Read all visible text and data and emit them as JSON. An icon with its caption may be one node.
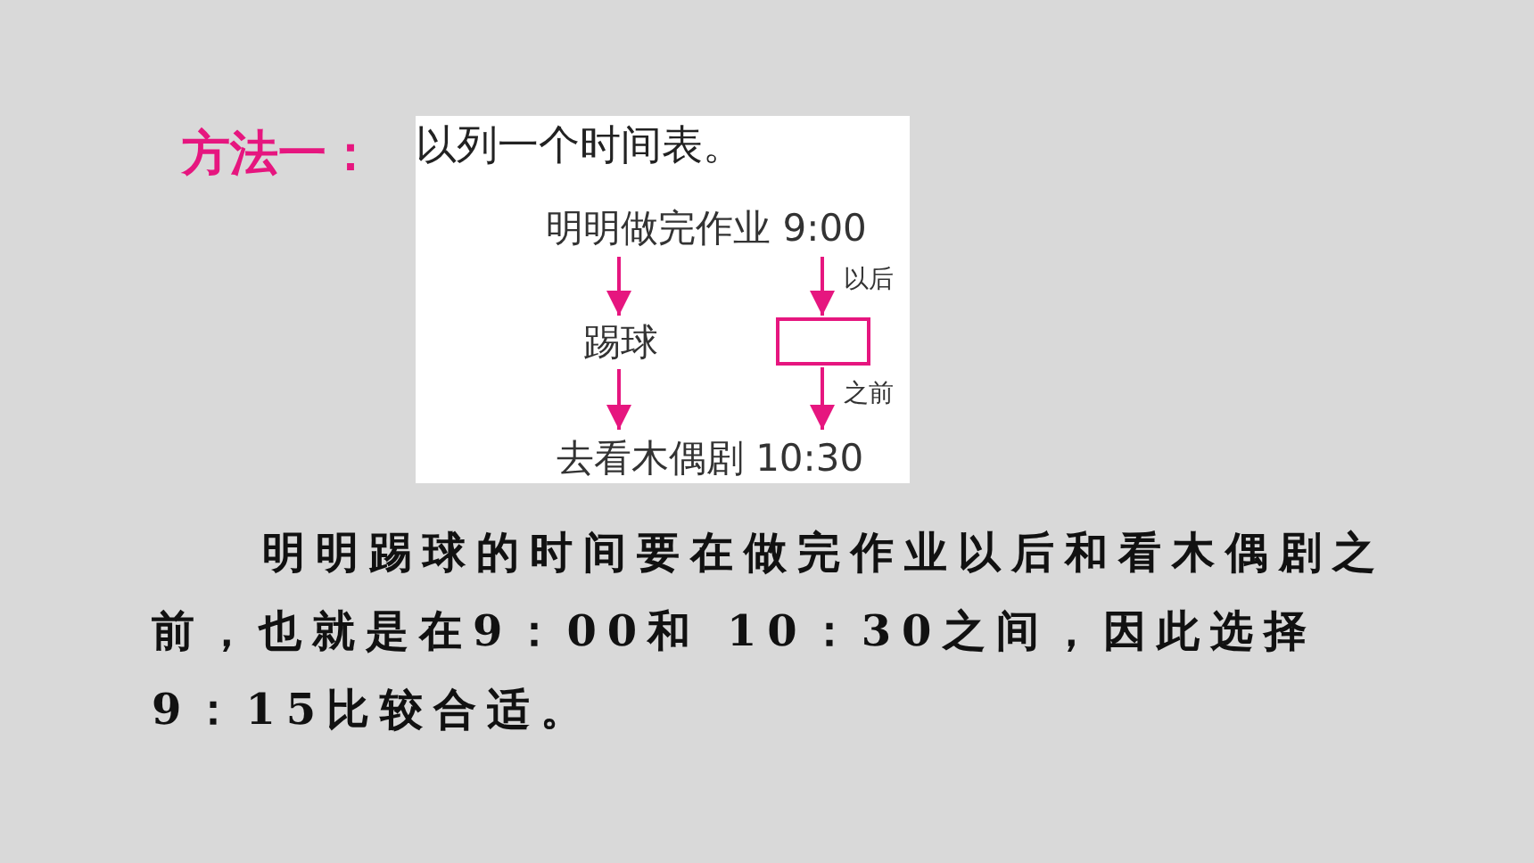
{
  "diagram": {
    "nodes": [
      {
        "text": [
          "明明做完作业 9:00"
        ]
      },
      {
        "text": [
          "踢球"
        ]
      },
      {
        "text": [],
        "shape": "box"
      },
      {
        "text": [
          "去看木偶剧 10:30"
        ]
      }
    ],
    "edges": [
      {
        "from": 0,
        "to": 1,
        "arrow": "to"
      },
      {
        "from": 0,
        "to": 2,
        "arrow": "to",
        "label": "以后"
      },
      {
        "from": 1,
        "to": 3,
        "arrow": "to"
      },
      {
        "from": 2,
        "to": 3,
        "arrow": "to",
        "label": "之前"
      }
    ],
    "labels": [
      "方法一：",
      "以列一个时间表。",
      "明明踢球的时间要在做完作业以后和看木偶剧之前，也就是在9：00和 10：30之间，因此选择 9：15比较合适。"
    ]
  }
}
